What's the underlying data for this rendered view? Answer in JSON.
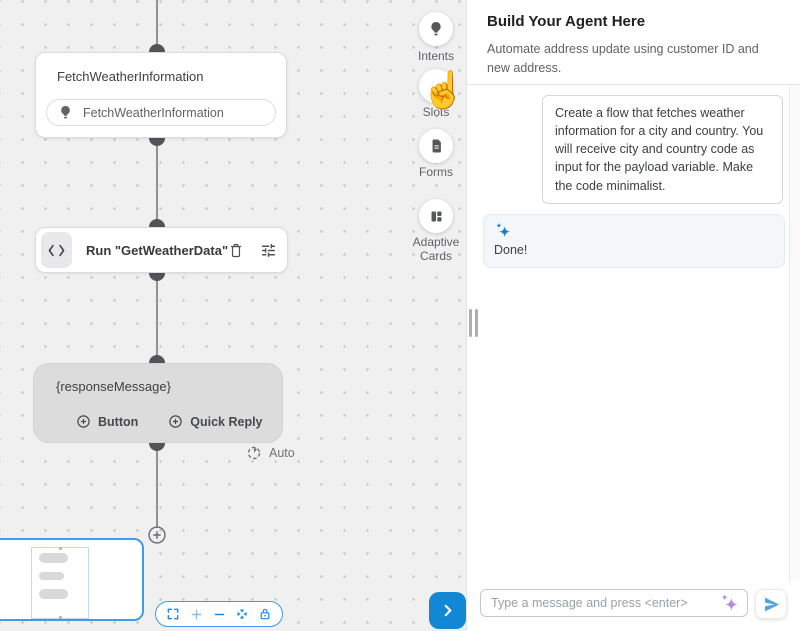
{
  "canvas": {
    "intent_node": {
      "title": "FetchWeatherInformation",
      "pill_label": "FetchWeatherInformation",
      "pill_icon": "lightbulb-icon"
    },
    "script_node": {
      "label": "Run \"GetWeatherData\"",
      "icons": [
        "code-icon",
        "delete-icon",
        "tune-icon"
      ]
    },
    "message_node": {
      "label": "{responseMessage}",
      "actions": [
        {
          "label": "Button",
          "icon": "plus-circle-icon"
        },
        {
          "label": "Quick Reply",
          "icon": "plus-circle-icon"
        }
      ]
    },
    "auto_label": "Auto",
    "auto_icon": "auto-timer-icon",
    "add_node_icon": "plus-circle-icon",
    "zoom_toolbar_icons": [
      "fit-view-icon",
      "zoom-in-icon",
      "zoom-out-icon",
      "center-view-icon",
      "lock-icon"
    ],
    "expand_icon": "chevron-right-icon"
  },
  "rail": {
    "items": [
      {
        "label": "Intents",
        "icon": "lightbulb-icon"
      },
      {
        "label": "Slots",
        "icon": "hand-cursor-icon"
      },
      {
        "label": "Forms",
        "icon": "document-icon"
      },
      {
        "label": "Adaptive Cards",
        "icon": "cards-icon"
      }
    ],
    "cursor_glyph": "☝"
  },
  "panel": {
    "title": "Build Your Agent Here",
    "subtitle": "Automate address update using customer ID and new address.",
    "messages": [
      {
        "role": "user",
        "text": "Create a flow that fetches weather information for a city and country. You will receive city and country code as input for the payload variable. Make the code minimalist."
      },
      {
        "role": "assistant",
        "text": "Done!",
        "icon": "ai-sparkle-icon"
      }
    ],
    "composer": {
      "placeholder": "Type a message and press <enter>",
      "sparkle_icon": "ai-sparkle-icon",
      "send_icon": "send-icon"
    }
  },
  "colors": {
    "accent_blue": "#1287d3",
    "toolbar_blue": "#1e88e5",
    "sparkle_blue": "#1a7dc9",
    "sparkle_purple": "#b18de2",
    "message_node_gray": "#dcdcdd",
    "canvas_bg": "#f0f0f1",
    "ai_bubble_bg": "#f3f7fa"
  }
}
